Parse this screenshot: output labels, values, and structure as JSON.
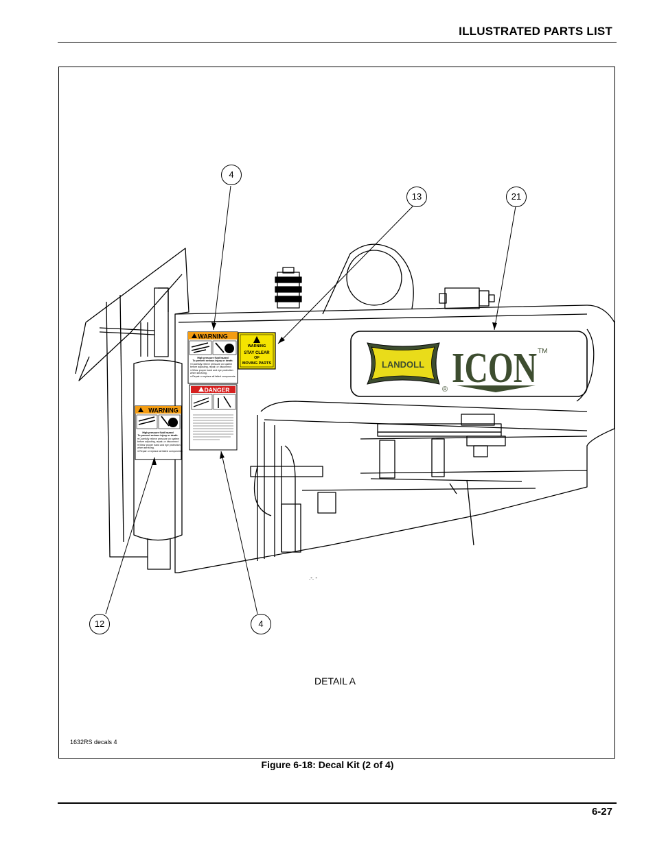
{
  "header": {
    "title": "ILLUSTRATED PARTS LIST"
  },
  "figure": {
    "caption": "Figure 6-18:  Decal Kit (2 of 4)",
    "detail_label": "DETAIL A",
    "file_ref": "1632RS decals 4"
  },
  "callouts": {
    "c1": "4",
    "c2": "13",
    "c3": "21",
    "c4": "12",
    "c5": "4"
  },
  "decals": {
    "warning_word": "WARNING",
    "warning_lines": [
      "High pressure fluid hazard",
      "To prevent serious injury or death:",
      "Carefully relieve pressure on system",
      "before adjusting, repair, or disconnect",
      "Wear proper hand and eye protection",
      "when servicing.",
      "Repair or replace all failed components."
    ],
    "danger_word": "DANGER",
    "stay_clear": [
      "WARNING",
      "STAY CLEAR",
      "OF",
      "MOVING PARTS"
    ],
    "logo_brand": "LANDOLL",
    "logo_product": "ICON",
    "logo_tm": "TM",
    "logo_reg": "®"
  },
  "footer": {
    "page_number": "6-27"
  },
  "colors": {
    "warning_orange": "#f39c12",
    "caution_yellow": "#f5e400",
    "danger_red": "#d6201f",
    "logo_green": "#3d4d2f"
  }
}
